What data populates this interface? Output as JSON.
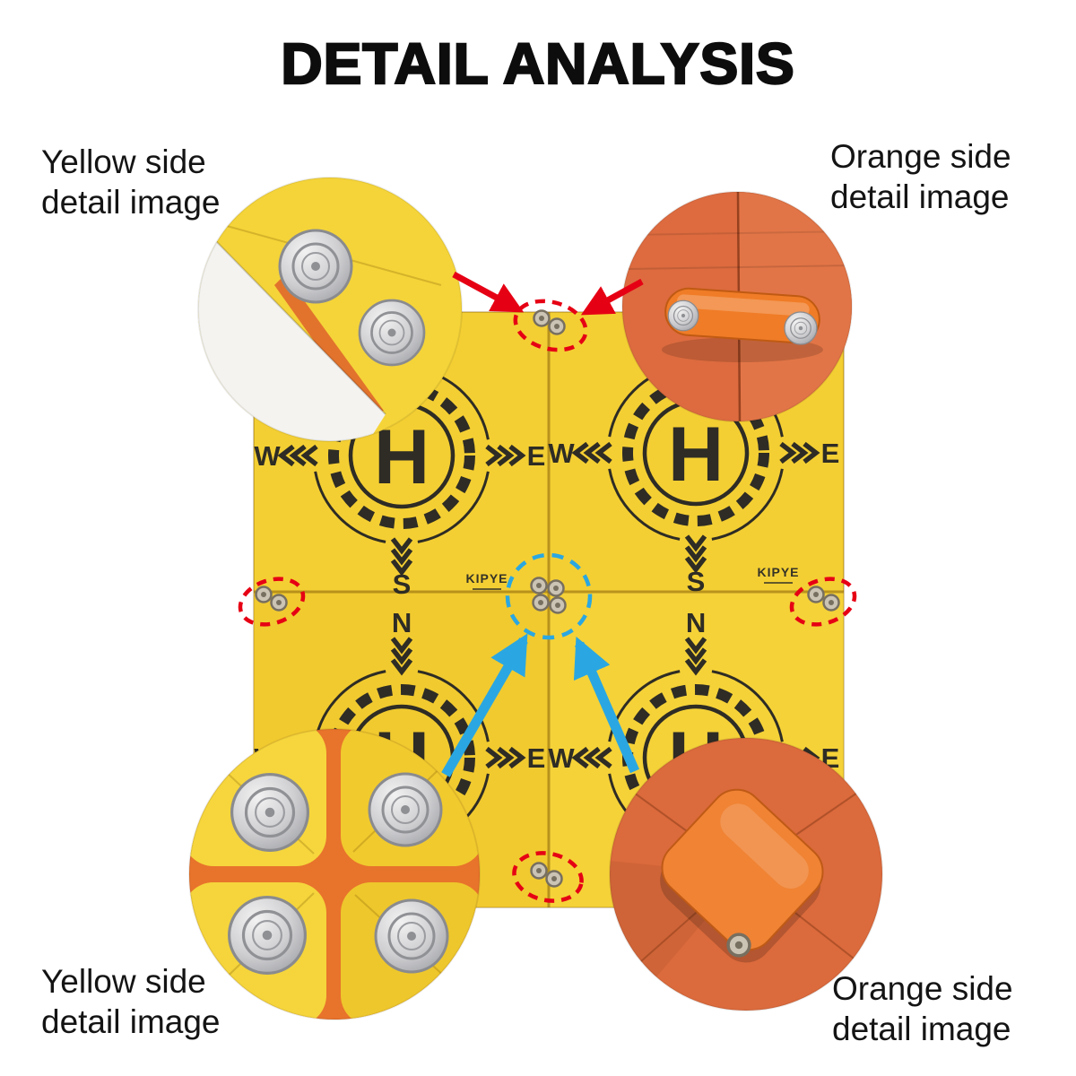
{
  "title": "DETAIL ANALYSIS",
  "callouts": {
    "top_left": {
      "line1": "Yellow side",
      "line2": "detail image"
    },
    "top_right": {
      "line1": "Orange side",
      "line2": "detail image"
    },
    "bottom_left": {
      "line1": "Yellow side",
      "line2": "detail image"
    },
    "bottom_right": {
      "line1": "Orange side",
      "line2": "detail image"
    }
  },
  "pad": {
    "center_letter": "H",
    "west_letter": "W",
    "east_letter": "E",
    "south_letter": "S",
    "north_letter": "N",
    "brand": "KIPYE"
  },
  "colors": {
    "pad_yellow": "#f4cf33",
    "pad_marking": "#2e2c25",
    "orange_fabric": "#dd6b3f",
    "handle_orange": "#f07c27",
    "annotation_red": "#e60014",
    "annotation_blue": "#2aa7e2",
    "snap_metal": "#cfcfd2"
  }
}
